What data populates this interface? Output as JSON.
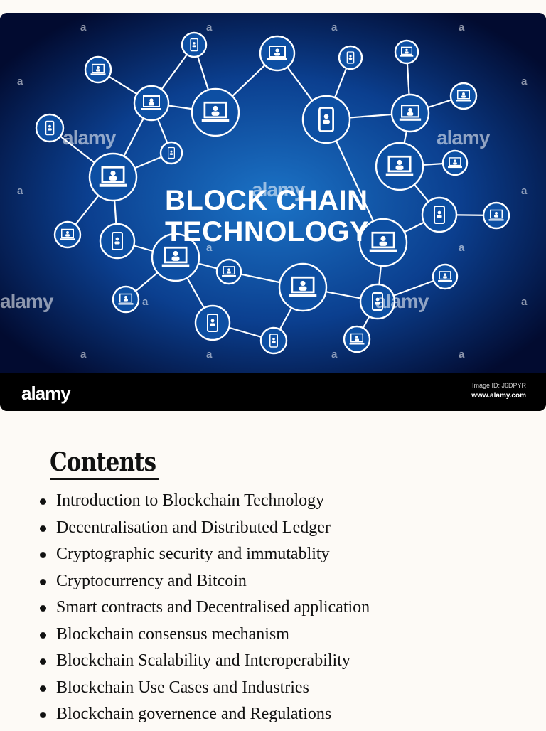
{
  "hero": {
    "title_line1": "BLOCK CHAIN",
    "title_line2": "TECHNOLOGY",
    "watermark": "alamy",
    "watermark_small": "a",
    "footer_logo": "alamy",
    "image_id": "Image ID: J6DPYR",
    "url": "www.alamy.com",
    "colors": {
      "center": "#1b73c6",
      "edge": "#020b30",
      "node": "#ffffff"
    }
  },
  "contents": {
    "heading": "Contents",
    "items": [
      "Introduction to Blockchain Technology",
      "Decentralisation and Distributed Ledger",
      "Cryptographic security and immutablity",
      "Cryptocurrency and Bitcoin",
      "Smart contracts and Decentralised application",
      "Blockchain consensus mechanism",
      "Blockchain Scalability and Interoperability",
      "Blockchain Use Cases and Industries",
      "Blockchain governence and Regulations"
    ]
  }
}
